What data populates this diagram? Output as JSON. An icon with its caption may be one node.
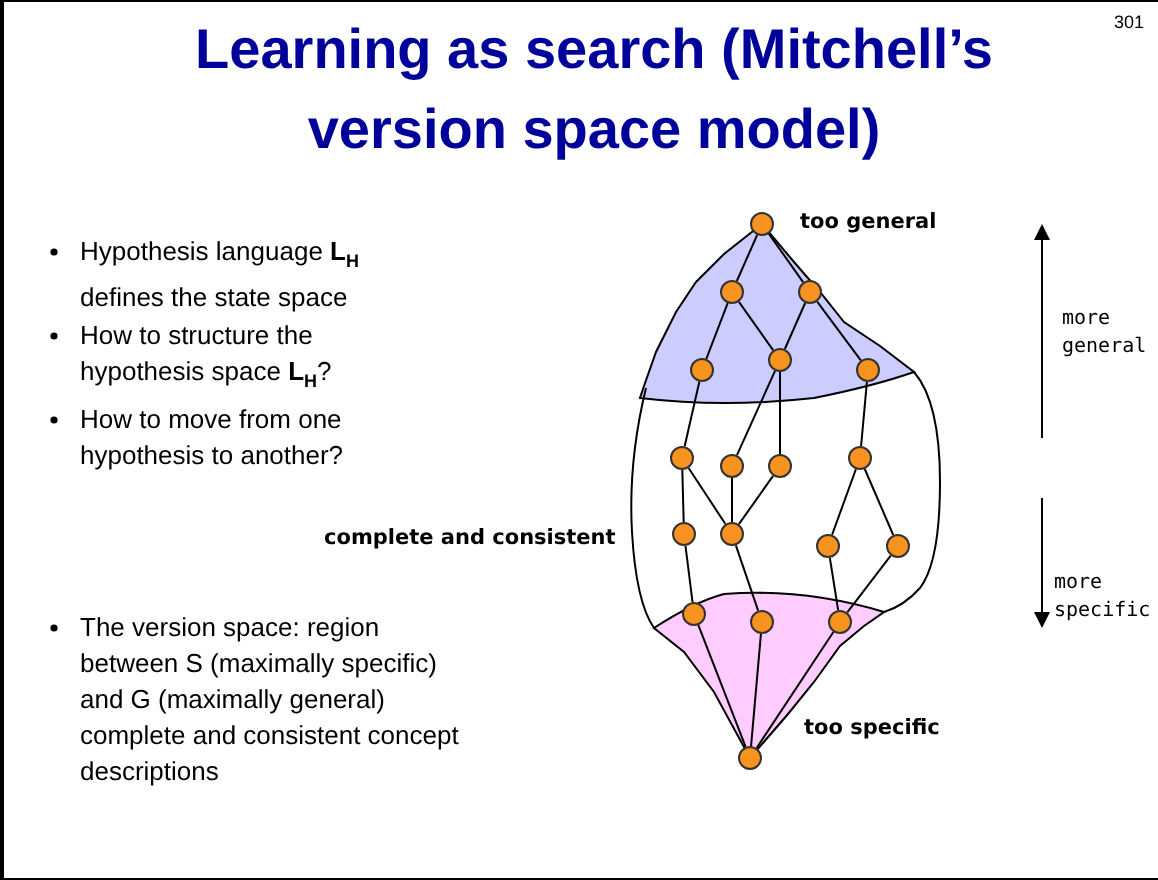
{
  "diagram": {
    "title": "Learning as search (Mitchell’s version space model)",
    "nodes": [
      {
        "text": [],
        "shape": "circle"
      },
      {
        "text": [],
        "shape": "circle"
      },
      {
        "text": [],
        "shape": "circle"
      },
      {
        "text": [],
        "shape": "circle"
      },
      {
        "text": [],
        "shape": "circle"
      },
      {
        "text": [],
        "shape": "circle"
      },
      {
        "text": [],
        "shape": "circle"
      },
      {
        "text": [],
        "shape": "circle"
      },
      {
        "text": [],
        "shape": "circle"
      },
      {
        "text": [],
        "shape": "circle"
      },
      {
        "text": [],
        "shape": "circle"
      },
      {
        "text": [],
        "shape": "circle"
      },
      {
        "text": [],
        "shape": "circle"
      },
      {
        "text": [],
        "shape": "circle"
      },
      {
        "text": [],
        "shape": "circle"
      },
      {
        "text": [],
        "shape": "circle"
      },
      {
        "text": [],
        "shape": "circle"
      },
      {
        "text": [],
        "shape": "circle"
      }
    ],
    "edges": [
      {
        "from": 0,
        "to": 1,
        "arrow": "none"
      },
      {
        "from": 0,
        "to": 2,
        "arrow": "none"
      },
      {
        "from": 1,
        "to": 3,
        "arrow": "none"
      },
      {
        "from": 1,
        "to": 4,
        "arrow": "none"
      },
      {
        "from": 2,
        "to": 4,
        "arrow": "none"
      },
      {
        "from": 2,
        "to": 5,
        "arrow": "none"
      },
      {
        "from": 3,
        "to": 6,
        "arrow": "none"
      },
      {
        "from": 4,
        "to": 7,
        "arrow": "none"
      },
      {
        "from": 4,
        "to": 8,
        "arrow": "none"
      },
      {
        "from": 5,
        "to": 9,
        "arrow": "none"
      },
      {
        "from": 6,
        "to": 10,
        "arrow": "none"
      },
      {
        "from": 6,
        "to": 11,
        "arrow": "none"
      },
      {
        "from": 7,
        "to": 11,
        "arrow": "none"
      },
      {
        "from": 8,
        "to": 11,
        "arrow": "none"
      },
      {
        "from": 9,
        "to": 12,
        "arrow": "none"
      },
      {
        "from": 9,
        "to": 13,
        "arrow": "none"
      },
      {
        "from": 10,
        "to": 14,
        "arrow": "none"
      },
      {
        "from": 11,
        "to": 15,
        "arrow": "none"
      },
      {
        "from": 12,
        "to": 16,
        "arrow": "none"
      },
      {
        "from": 13,
        "to": 16,
        "arrow": "none"
      },
      {
        "from": 14,
        "to": 17,
        "arrow": "none"
      },
      {
        "from": 15,
        "to": 17,
        "arrow": "none"
      },
      {
        "from": 16,
        "to": 17,
        "arrow": "none"
      }
    ],
    "labels": [
      "301",
      "Hypothesis language **L**$_{H}$ defines the state space",
      "How to structure the hypothesis space **L**$_{H}$?",
      "How to move from one hypothesis to another?",
      "too general",
      "more general",
      "complete and consistent",
      "more specific",
      "The version space: region between S (maximally specific) and G (maximally general) complete and consistent concept descriptions",
      "too specific"
    ]
  }
}
